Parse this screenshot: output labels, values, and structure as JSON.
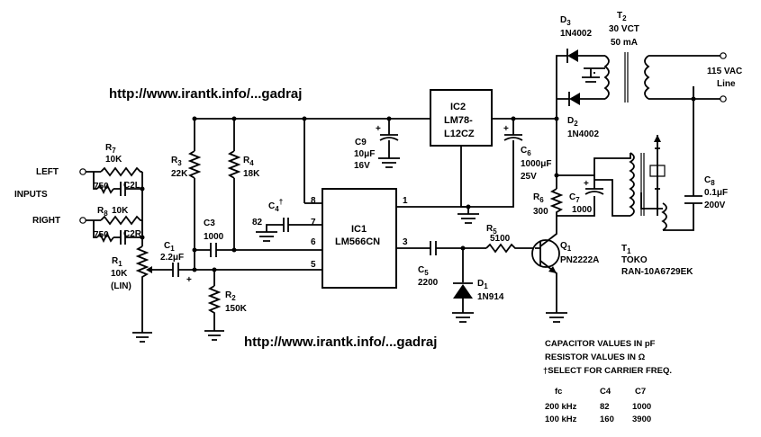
{
  "watermark": {
    "url_top": "http://www.irantk.info/...gadraj",
    "url_bottom": "http://www.irantk.info/...gadraj"
  },
  "inputs": {
    "left": "LEFT",
    "right": "RIGHT",
    "title": "INPUTS"
  },
  "components": {
    "R7": {
      "name": "R",
      "sub": "7",
      "value": "10K"
    },
    "R8": {
      "name": "R",
      "sub": "8",
      "value": "10K"
    },
    "C2L": {
      "left": "750",
      "label": "C2L"
    },
    "C2R": {
      "left": "750",
      "label": "C2R"
    },
    "R1": {
      "name": "R",
      "sub": "1",
      "value": "10K",
      "note": "(LIN)"
    },
    "C1": {
      "name": "C",
      "sub": "1",
      "value": "2.2μF"
    },
    "R3": {
      "name": "R",
      "sub": "3",
      "value": "22K"
    },
    "R4": {
      "name": "R",
      "sub": "4",
      "value": "18K"
    },
    "C3": {
      "name": "C3",
      "value": "1000"
    },
    "C4": {
      "name": "C",
      "sub": "4",
      "sup": "†",
      "value": "82"
    },
    "R2": {
      "name": "R",
      "sub": "2",
      "value": "150K"
    },
    "IC1": {
      "name": "IC1",
      "part": "LM566CN",
      "pins": [
        "8",
        "7",
        "6",
        "5",
        "1",
        "3"
      ]
    },
    "IC2": {
      "name": "IC2",
      "part1": "LM78-",
      "part2": "L12CZ"
    },
    "C9": {
      "name": "C9",
      "value1": "10μF",
      "value2": "16V"
    },
    "C5": {
      "name": "C",
      "sub": "5",
      "value": "2200"
    },
    "D1": {
      "name": "D",
      "sub": "1",
      "part": "1N914"
    },
    "R5": {
      "name": "R",
      "sub": "5",
      "value": "5100"
    },
    "Q1": {
      "name": "Q",
      "sub": "1",
      "part": "PN2222A"
    },
    "R6": {
      "name": "R",
      "sub": "6",
      "value": "300"
    },
    "C7": {
      "name": "C",
      "sub": "7",
      "value": "1000"
    },
    "C6": {
      "name": "C",
      "sub": "6",
      "value1": "1000μF",
      "value2": "25V"
    },
    "D3": {
      "name": "D",
      "sub": "3",
      "part": "1N4002"
    },
    "D2": {
      "name": "D",
      "sub": "2",
      "part": "1N4002"
    },
    "T2": {
      "name": "T",
      "sub": "2",
      "value1": "30 VCT",
      "value2": "50 mA"
    },
    "T1": {
      "name": "T",
      "sub": "1",
      "line1": "TOKO",
      "line2": "RAN-10A6729EK"
    },
    "C8": {
      "name": "C",
      "sub": "8",
      "value1": "0.1μF",
      "value2": "200V"
    },
    "line": {
      "label1": "115 VAC",
      "label2": "Line"
    }
  },
  "notes": {
    "line1": "CAPACITOR VALUES IN pF",
    "line2": "RESISTOR VALUES IN Ω",
    "line3": "†SELECT FOR CARRIER FREQ."
  },
  "table": {
    "headers": [
      "fc",
      "C4",
      "C7"
    ],
    "rows": [
      [
        "200 kHz",
        "82",
        "1000"
      ],
      [
        "100 kHz",
        "160",
        "3900"
      ]
    ]
  }
}
